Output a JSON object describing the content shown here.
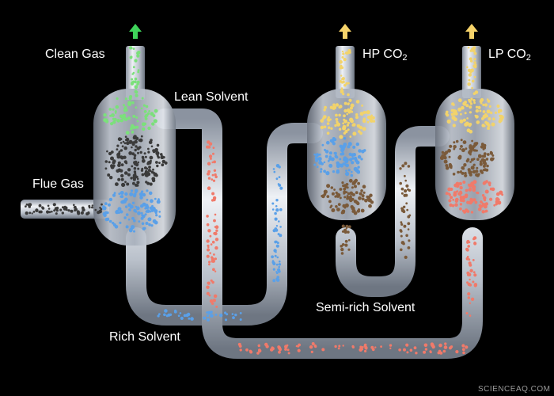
{
  "labels": {
    "clean_gas": "Clean Gas",
    "lean_solvent": "Lean Solvent",
    "flue_gas": "Flue Gas",
    "rich_solvent": "Rich Solvent",
    "semi_rich_solvent": "Semi-rich Solvent",
    "hp_co2_prefix": "HP CO",
    "lp_co2_prefix": "LP CO",
    "co2_subscript": "2"
  },
  "watermark": "SCIENCEAQ.COM",
  "colors": {
    "background": "#000000",
    "vessel_glass": "#c9d0da",
    "clean_gas_particles": "#7be07b",
    "flue_gas_particles": "#3b3b3b",
    "co2_particles": "#f2d36b",
    "lean_solvent_particles": "#f07a6a",
    "rich_solvent_particles": "#5aa0e8",
    "semi_rich_particles": "#7a5a3a",
    "clean_gas_arrow": "#3fd35a",
    "co2_arrow": "#f6d36a"
  }
}
